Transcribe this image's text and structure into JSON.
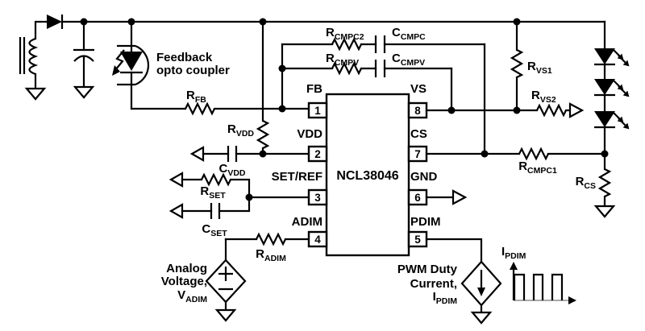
{
  "schematic": {
    "ic": {
      "name": "NCL38046",
      "left_pins": [
        {
          "num": "1",
          "label": "FB"
        },
        {
          "num": "2",
          "label": "VDD"
        },
        {
          "num": "3",
          "label": "SET/REF"
        },
        {
          "num": "4",
          "label": "ADIM"
        }
      ],
      "right_pins": [
        {
          "num": "8",
          "label": "VS"
        },
        {
          "num": "7",
          "label": "CS"
        },
        {
          "num": "6",
          "label": "GND"
        },
        {
          "num": "5",
          "label": "PDIM"
        }
      ]
    },
    "resistors": {
      "rfb": {
        "main": "R",
        "sub": "FB"
      },
      "rvdd": {
        "main": "R",
        "sub": "VDD"
      },
      "rset": {
        "main": "R",
        "sub": "SET"
      },
      "radim": {
        "main": "R",
        "sub": "ADIM"
      },
      "rcmpc2": {
        "main": "R",
        "sub": "CMPC2"
      },
      "rcmpv": {
        "main": "R",
        "sub": "CMPV"
      },
      "rvs1": {
        "main": "R",
        "sub": "VS1"
      },
      "rvs2": {
        "main": "R",
        "sub": "VS2"
      },
      "rcmpc1": {
        "main": "R",
        "sub": "CMPC1"
      },
      "rcs": {
        "main": "R",
        "sub": "CS"
      }
    },
    "capacitors": {
      "cvdd": {
        "main": "C",
        "sub": "VDD"
      },
      "cset": {
        "main": "C",
        "sub": "SET"
      },
      "ccmpc": {
        "main": "C",
        "sub": "CMPC"
      },
      "ccmpv": {
        "main": "C",
        "sub": "CMPV"
      }
    },
    "annotations": {
      "opto": {
        "line1": "Feedback",
        "line2": "opto coupler"
      },
      "analog_source": {
        "line1": "Analog",
        "line2": "Voltage,",
        "sym": {
          "main": "V",
          "sub": "ADIM"
        }
      },
      "pwm_source": {
        "line1": "PWM Duty",
        "line2": "Current,",
        "sym": {
          "main": "I",
          "sub": "PDIM"
        }
      },
      "waveform_label": {
        "main": "I",
        "sub": "PDIM"
      }
    },
    "colors": {
      "ink": "#000000",
      "background": "#ffffff",
      "axis_gray": "#aaaaaa"
    }
  }
}
